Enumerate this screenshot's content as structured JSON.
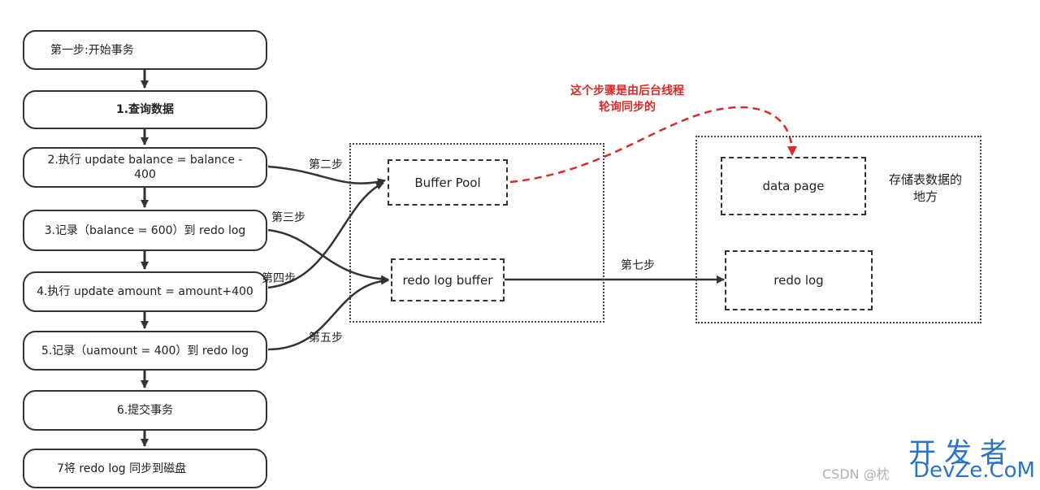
{
  "flow": {
    "steps": [
      "第一步:开始事务",
      "1.查询数据",
      "2.执行 update balance = balance - 400",
      "3.记录（balance = 600）到 redo log",
      "4.执行 update amount = amount+400",
      "5.记录（uamount = 400）到 redo log",
      "6.提交事务",
      "7将 redo log 同步到磁盘"
    ]
  },
  "memory": {
    "buffer_pool": "Buffer Pool",
    "redo_log_buffer": "redo log buffer"
  },
  "disk": {
    "data_page": "data page",
    "redo_log": "redo log",
    "label": "存储表数据的\n地方"
  },
  "arrow_labels": {
    "step2": "第二步",
    "step3": "第三步",
    "step4": "第四步",
    "step5": "第五步",
    "step7": "第七步"
  },
  "note": "这个步骤是由后台线程\n轮询同步的",
  "watermark": {
    "csdn": "CSDN @枕",
    "cn": "开发者",
    "en": "DevZe.CoM"
  },
  "colors": {
    "line": "#333333",
    "highlight": "#d92b2b",
    "watermark": "#2b73c9"
  }
}
